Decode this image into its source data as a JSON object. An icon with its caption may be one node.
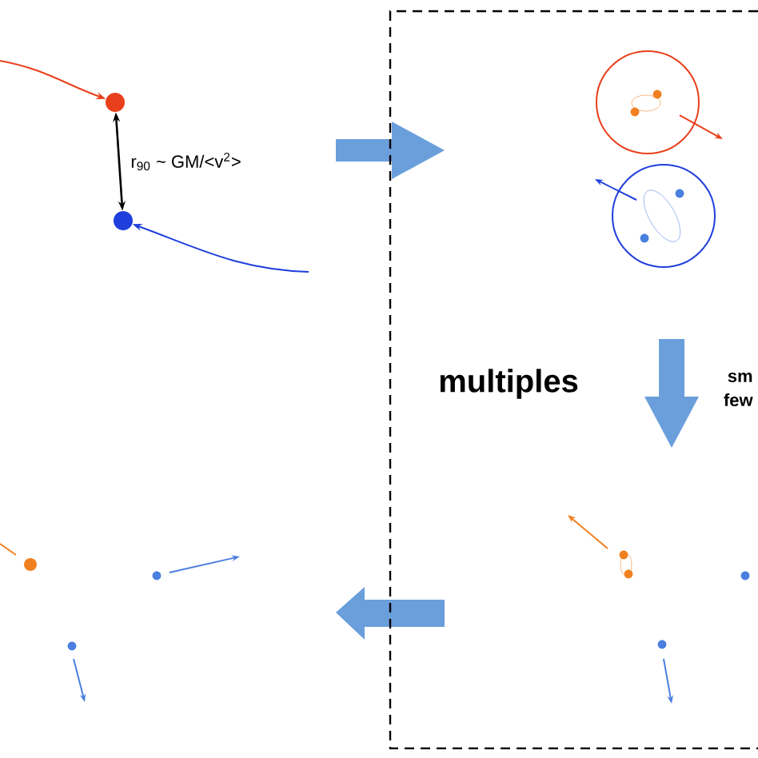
{
  "diagram": {
    "nodes": [
      {
        "text": [],
        "shape": "circle"
      },
      {
        "text": [],
        "shape": "circle"
      },
      {
        "text": [
          "multiples",
          "sm",
          "few"
        ]
      }
    ],
    "edges": [
      {
        "from": null,
        "to": 0,
        "arrow": "to",
        "color": "#e8401c"
      },
      {
        "from": null,
        "to": 1,
        "arrow": "to",
        "color": "#1f3fdc"
      },
      {
        "from": 0,
        "to": 1,
        "arrow": "both",
        "color": "#000000",
        "label": "r$_{90}$ ~ GM/<v$^{2}$>"
      }
    ]
  }
}
